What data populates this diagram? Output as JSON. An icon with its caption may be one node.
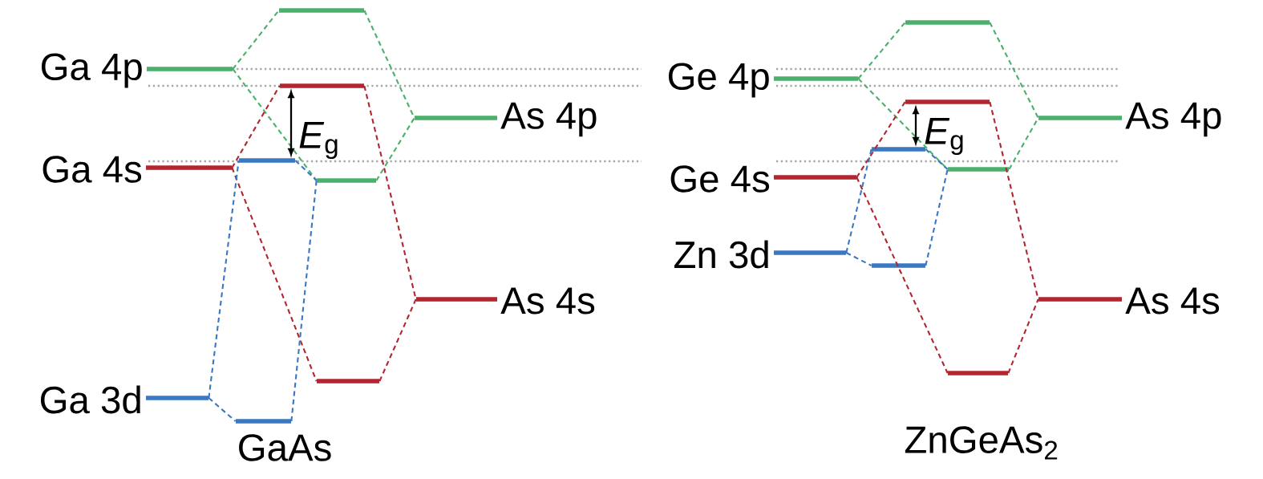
{
  "diagram": {
    "nodes": [
      {
        "text": [
          "Ga 4p"
        ]
      },
      {
        "text": [],
        "shape": "bar"
      },
      {
        "text": [],
        "shape": "bar"
      },
      {
        "text": [
          "As 4p"
        ]
      },
      {
        "text": [
          "Ga 4s"
        ]
      },
      {
        "text": [],
        "shape": "bar"
      },
      {
        "text": [],
        "shape": "bar"
      },
      {
        "text": [
          "As 4s"
        ]
      },
      {
        "text": [],
        "shape": "bar"
      },
      {
        "text": [
          "Ga 3d"
        ]
      },
      {
        "text": [],
        "shape": "bar"
      },
      {
        "text": [],
        "shape": "bar"
      },
      {
        "text": [
          "Ge 4p"
        ]
      },
      {
        "text": [],
        "shape": "bar"
      },
      {
        "text": [
          "As 4p"
        ]
      },
      {
        "text": [],
        "shape": "bar"
      },
      {
        "text": [],
        "shape": "bar"
      },
      {
        "text": [
          "Ge 4s"
        ]
      },
      {
        "text": [
          "Zn 3d"
        ]
      },
      {
        "text": [],
        "shape": "bar"
      },
      {
        "text": [
          "As 4s"
        ]
      },
      {
        "text": [],
        "shape": "bar"
      }
    ],
    "edges": [
      {
        "from": 0,
        "to": 1,
        "arrow": "none",
        "style": "dashed",
        "color": "#4bb06b"
      },
      {
        "from": 0,
        "to": 6,
        "arrow": "none",
        "style": "dashed",
        "color": "#4bb06b"
      },
      {
        "from": 1,
        "to": 3,
        "arrow": "none",
        "style": "dashed",
        "color": "#4bb06b"
      },
      {
        "from": 6,
        "to": 3,
        "arrow": "none",
        "style": "dashed",
        "color": "#4bb06b"
      },
      {
        "from": 4,
        "to": 2,
        "arrow": "none",
        "style": "dashed",
        "color": "#b3262f"
      },
      {
        "from": 4,
        "to": 8,
        "arrow": "none",
        "style": "dashed",
        "color": "#b3262f"
      },
      {
        "from": 2,
        "to": 7,
        "arrow": "none",
        "style": "dashed",
        "color": "#b3262f"
      },
      {
        "from": 8,
        "to": 7,
        "arrow": "none",
        "style": "dashed",
        "color": "#b3262f"
      },
      {
        "from": 9,
        "to": 5,
        "arrow": "none",
        "style": "dashed",
        "color": "#3a78c2"
      },
      {
        "from": 9,
        "to": 10,
        "arrow": "none",
        "style": "dashed",
        "color": "#3a78c2"
      },
      {
        "from": 5,
        "to": 6,
        "arrow": "none",
        "style": "dashed",
        "color": "#3a78c2"
      },
      {
        "from": 10,
        "to": 6,
        "arrow": "none",
        "style": "dashed",
        "color": "#3a78c2"
      },
      {
        "from": 12,
        "to": 11,
        "arrow": "none",
        "style": "dashed",
        "color": "#4bb06b"
      },
      {
        "from": 12,
        "to": 16,
        "arrow": "none",
        "style": "dashed",
        "color": "#4bb06b"
      },
      {
        "from": 11,
        "to": 14,
        "arrow": "none",
        "style": "dashed",
        "color": "#4bb06b"
      },
      {
        "from": 16,
        "to": 14,
        "arrow": "none",
        "style": "dashed",
        "color": "#4bb06b"
      },
      {
        "from": 17,
        "to": 13,
        "arrow": "none",
        "style": "dashed",
        "color": "#b3262f"
      },
      {
        "from": 17,
        "to": 21,
        "arrow": "none",
        "style": "dashed",
        "color": "#b3262f"
      },
      {
        "from": 13,
        "to": 20,
        "arrow": "none",
        "style": "dashed",
        "color": "#b3262f"
      },
      {
        "from": 21,
        "to": 20,
        "arrow": "none",
        "style": "dashed",
        "color": "#b3262f"
      },
      {
        "from": 18,
        "to": 15,
        "arrow": "none",
        "style": "dashed",
        "color": "#3a78c2"
      },
      {
        "from": 18,
        "to": 19,
        "arrow": "none",
        "style": "dashed",
        "color": "#3a78c2"
      },
      {
        "from": 15,
        "to": 16,
        "arrow": "none",
        "style": "dashed",
        "color": "#3a78c2"
      },
      {
        "from": 19,
        "to": 16,
        "arrow": "none",
        "style": "dashed",
        "color": "#3a78c2"
      }
    ],
    "labels": [
      "*E*$_{g}$",
      "*E*$_{g}$",
      "GaAs",
      "ZnGeAs$_{2}$"
    ]
  }
}
